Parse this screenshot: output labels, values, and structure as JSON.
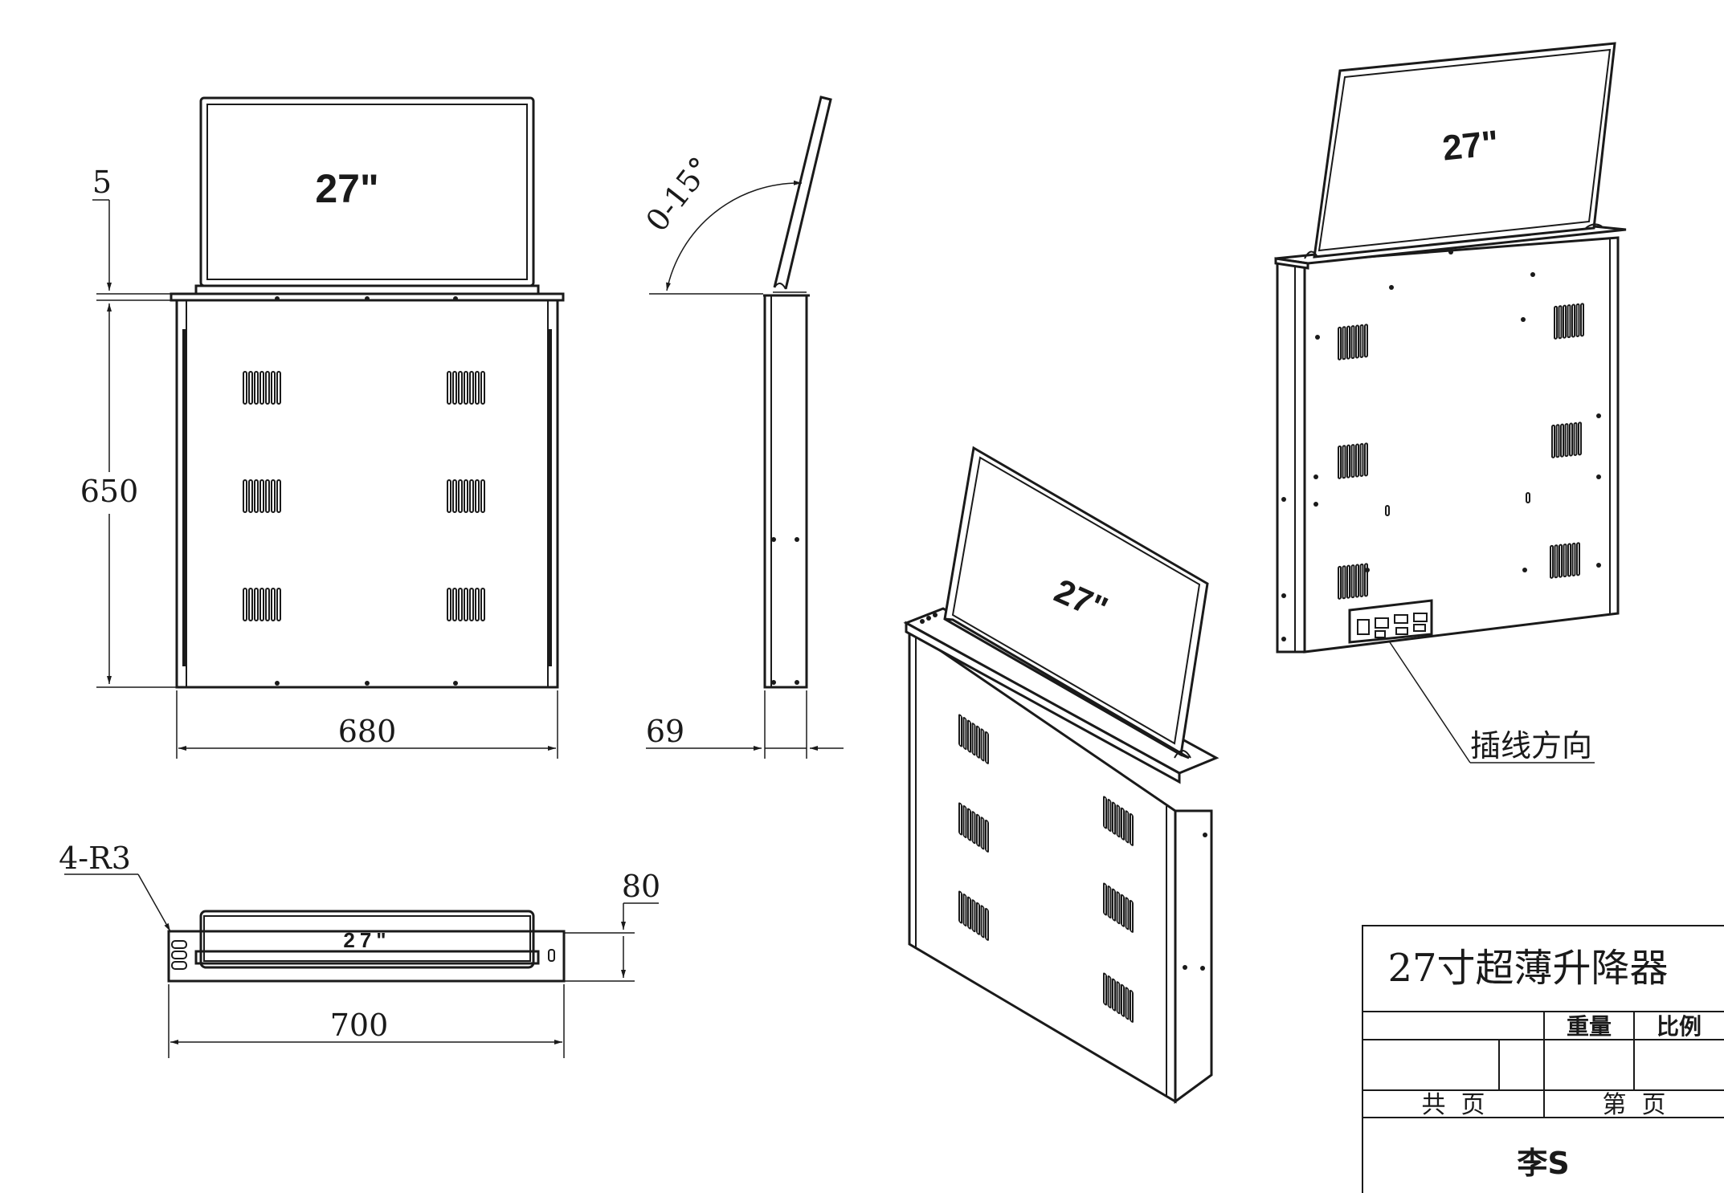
{
  "drawing": {
    "screen_label": "27\"",
    "dimensions": {
      "top_gap": "5",
      "height": "650",
      "width": "680",
      "depth": "69",
      "angle": "0-15°",
      "radius": "4-R3",
      "lid_height": "80",
      "outer_width": "700"
    },
    "callout": "插线方向"
  },
  "title_block": {
    "title": "27寸超薄升降器",
    "weight_label": "重量",
    "scale_label": "比例",
    "total_pages_label": "共  页",
    "page_label": "第  页",
    "designer": "李S"
  }
}
